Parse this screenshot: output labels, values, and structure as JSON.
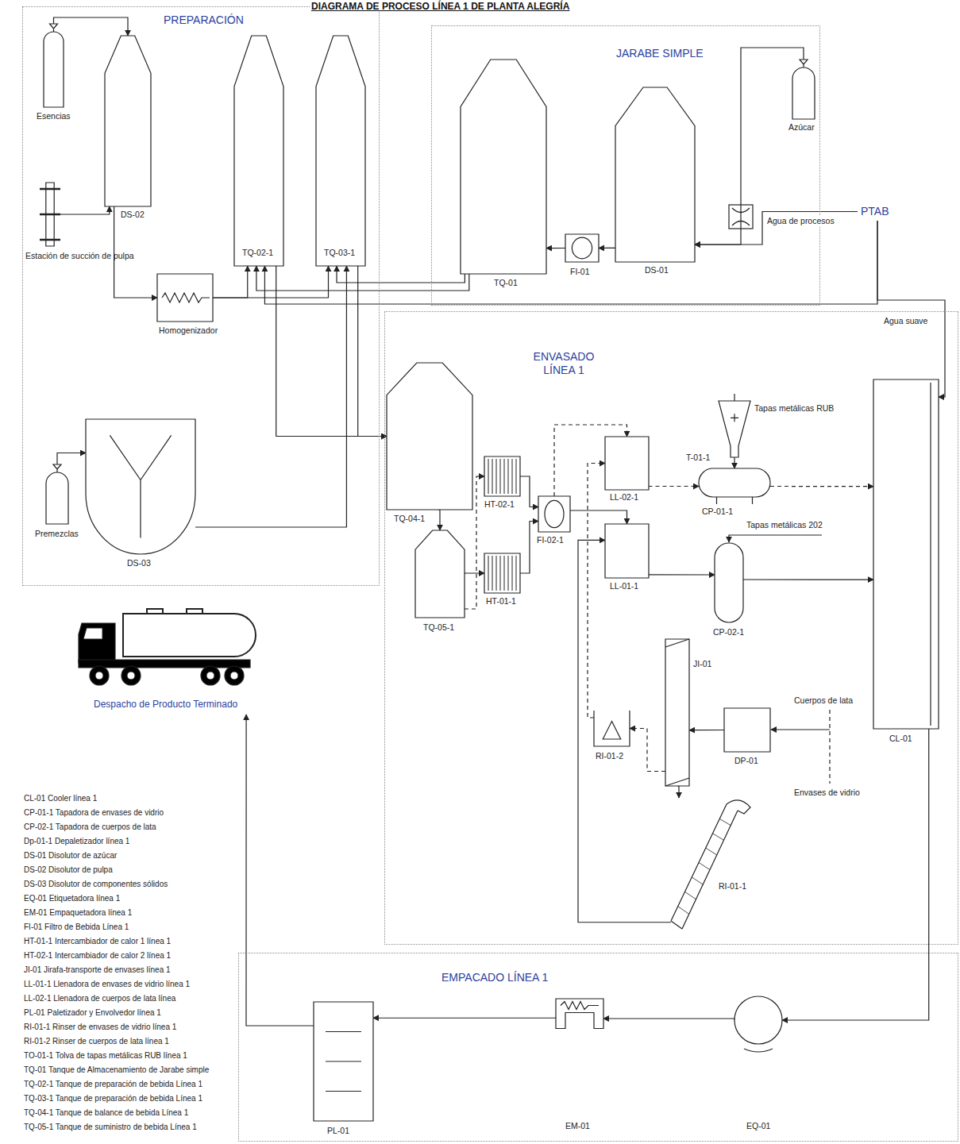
{
  "diagram": {
    "title": "DIAGRAMA DE PROCESO LÍNEA 1 DE PLANTA ALEGRÍA",
    "nodes": [
      {
        "text": [
          "PREPARACIÓN"
        ]
      },
      {
        "text": [
          "JARABE SIMPLE"
        ]
      },
      {
        "text": [
          "ENVASADO LÍNEA 1"
        ]
      },
      {
        "text": [
          "EMPACADO LÍNEA 1"
        ]
      },
      {
        "text": [
          "Esencias"
        ],
        "in": 0
      },
      {
        "text": [
          "Estación de succión de pulpa"
        ],
        "in": 0
      },
      {
        "text": [
          "DS-02"
        ],
        "in": 0
      },
      {
        "text": [
          "TQ-02-1"
        ],
        "in": 0
      },
      {
        "text": [
          "TQ-03-1"
        ],
        "in": 0
      },
      {
        "text": [
          "Homogenizador"
        ],
        "in": 0
      },
      {
        "text": [
          "Premezclas"
        ],
        "in": 0
      },
      {
        "text": [
          "DS-03"
        ],
        "in": 0
      },
      {
        "text": [
          "TQ-01"
        ],
        "in": 1
      },
      {
        "text": [
          "FI-01"
        ],
        "in": 1
      },
      {
        "text": [
          "DS-01"
        ],
        "in": 1
      },
      {
        "text": [
          "Azúcar"
        ],
        "in": 1
      },
      {
        "text": [
          "PTAB"
        ]
      },
      {
        "text": [
          "TQ-04-1"
        ],
        "in": 2
      },
      {
        "text": [
          "TQ-05-1"
        ],
        "in": 2
      },
      {
        "text": [
          "HT-02-1"
        ],
        "in": 2
      },
      {
        "text": [
          "HT-01-1"
        ],
        "in": 2
      },
      {
        "text": [
          "FI-02-1"
        ],
        "in": 2
      },
      {
        "text": [
          "LL-02-1"
        ],
        "in": 2
      },
      {
        "text": [
          "LL-01-1"
        ],
        "in": 2
      },
      {
        "text": [
          "Tapas metálicas RUB",
          "T-01-1"
        ],
        "in": 2
      },
      {
        "text": [
          "CP-01-1"
        ],
        "in": 2
      },
      {
        "text": [
          "CP-02-1"
        ],
        "in": 2
      },
      {
        "text": [
          "CL-01"
        ],
        "in": 2
      },
      {
        "text": [
          "RI-01-2"
        ],
        "in": 2
      },
      {
        "text": [
          "JI-01"
        ],
        "in": 2
      },
      {
        "text": [
          "DP-01"
        ],
        "in": 2
      },
      {
        "text": [
          "RI-01-1"
        ],
        "in": 2
      },
      {
        "text": [
          "EQ-01"
        ],
        "in": 3
      },
      {
        "text": [
          "EM-01"
        ],
        "in": 3
      },
      {
        "text": [
          "PL-01"
        ],
        "in": 3
      },
      {
        "text": [
          "Despacho de Producto Terminado"
        ]
      }
    ],
    "edges": [
      {
        "from": 4,
        "to": 6,
        "arrow": "to"
      },
      {
        "from": 5,
        "to": 6,
        "arrow": "to"
      },
      {
        "from": 6,
        "to": 9,
        "arrow": "to"
      },
      {
        "from": 9,
        "to": 7,
        "arrow": "to"
      },
      {
        "from": 9,
        "to": 8,
        "arrow": "to"
      },
      {
        "from": 10,
        "to": 11,
        "arrow": "to"
      },
      {
        "from": 11,
        "to": 8,
        "arrow": "to"
      },
      {
        "from": 12,
        "to": 7,
        "arrow": "to"
      },
      {
        "from": 12,
        "to": 8,
        "arrow": "to"
      },
      {
        "from": 15,
        "to": 14,
        "arrow": "to"
      },
      {
        "from": 16,
        "to": 14,
        "label": "Agua de procesos",
        "arrow": "to"
      },
      {
        "from": 14,
        "to": 13,
        "arrow": "to"
      },
      {
        "from": 13,
        "to": 12,
        "arrow": "to"
      },
      {
        "from": 16,
        "to": 27,
        "label": "Agua suave",
        "arrow": "to"
      },
      {
        "from": 16,
        "to": 7,
        "arrow": "to"
      },
      {
        "from": 7,
        "to": 17,
        "arrow": "to"
      },
      {
        "from": 8,
        "to": 17,
        "arrow": "to"
      },
      {
        "from": 17,
        "to": 18,
        "arrow": "to"
      },
      {
        "from": 18,
        "to": 20,
        "arrow": "to"
      },
      {
        "from": 18,
        "to": 19,
        "arrow": "to"
      },
      {
        "from": 20,
        "to": 21,
        "arrow": "to"
      },
      {
        "from": 19,
        "to": 21,
        "arrow": "to"
      },
      {
        "from": 21,
        "to": 22,
        "arrow": "to"
      },
      {
        "from": 21,
        "to": 23,
        "arrow": "to"
      },
      {
        "from": 24,
        "to": 25,
        "arrow": "to"
      },
      {
        "from": 22,
        "to": 25,
        "arrow": "to"
      },
      {
        "from": 25,
        "to": 27,
        "arrow": "to"
      },
      {
        "from": 23,
        "to": 26,
        "arrow": "to"
      },
      {
        "from": 26,
        "to": 27,
        "arrow": "to"
      },
      {
        "from": 30,
        "to": 29,
        "arrow": "to"
      },
      {
        "from": 29,
        "to": 28,
        "arrow": "to"
      },
      {
        "from": 28,
        "to": 22,
        "arrow": "to"
      },
      {
        "from": 29,
        "to": 31,
        "arrow": "to"
      },
      {
        "from": 31,
        "to": 23,
        "arrow": "to"
      },
      {
        "from": 27,
        "to": 32,
        "arrow": "to"
      },
      {
        "from": 32,
        "to": 33,
        "arrow": "to"
      },
      {
        "from": 33,
        "to": 34,
        "arrow": "to"
      },
      {
        "from": 34,
        "to": 35,
        "arrow": "to"
      }
    ],
    "labels": [
      "CL-01 Cooler línea 1",
      "CP-01-1 Tapadora de envases de vidrio",
      "CP-02-1 Tapadora de cuerpos de lata",
      "Dp-01-1 Depaletizador línea 1",
      "DS-01 Disolutor de azúcar",
      "DS-02 Disolutor de pulpa",
      "DS-03 Disolutor de componentes sólidos",
      "EQ-01 Etiquetadora línea 1",
      "EM-01 Empaquetadora línea 1",
      "FI-01 Filtro de Bebida Línea 1",
      "HT-01-1 Intercambiador de calor 1 línea 1",
      "HT-02-1 Intercambiador de calor 2 línea 1",
      "JI-01 Jirafa-transporte de envases línea 1",
      "LL-01-1 Llenadora de envases de vidrio línea 1",
      "LL-02-1 Llenadora de cuerpos de lata línea",
      "PL-01 Paletizador y Envolvedor línea 1",
      "RI-01-1 Rinser de envases de vidrio línea 1",
      "RI-01-2 Rinser de cuerpos de lata línea 1",
      "TO-01-1 Tolva de tapas metálicas RUB línea 1",
      "TQ-01 Tanque de Almacenamiento de Jarabe simple",
      "TQ-02-1 Tanque de preparación de bebida Línea 1",
      "TQ-03-1 Tanque de preparación de bebida Línea 1",
      "TQ-04-1 Tanque de balance de bebida Línea 1",
      "TQ-05-1 Tanque de suministro de bebida Línea 1",
      "Tapas metálicas 202",
      "Cuerpos de lata",
      "Envases de vidrio"
    ]
  }
}
